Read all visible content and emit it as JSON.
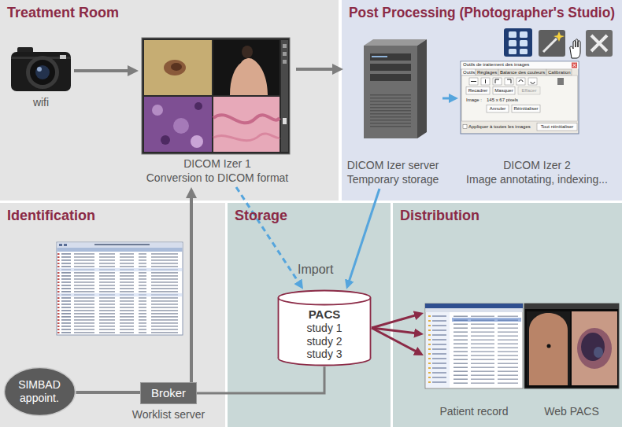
{
  "diagram": {
    "nodes": [
      {
        "text": [
          "Treatment Room"
        ]
      },
      {
        "text": [
          "wifi"
        ],
        "in": 0
      },
      {
        "text": [
          "DICOM Izer 1",
          "Conversion to DICOM format"
        ],
        "in": 0
      },
      {
        "text": [
          "Post Processing (Photographer's Studio)"
        ]
      },
      {
        "text": [
          "DICOM Izer server",
          "Temporary storage"
        ],
        "in": 3
      },
      {
        "text": [
          "DICOM Izer 2",
          "Image annotating, indexing..."
        ],
        "in": 3
      },
      {
        "text": [
          "Identification"
        ]
      },
      {
        "text": [
          "SIMBAD appoint."
        ],
        "in": 6
      },
      {
        "text": [
          "Broker"
        ],
        "in": 6
      },
      {
        "text": [
          "Storage"
        ]
      },
      {
        "text": [
          "PACS",
          "study 1",
          "study 2",
          "study 3"
        ],
        "in": 9
      },
      {
        "text": [
          "Distribution"
        ]
      },
      {
        "text": [
          "Patient record"
        ],
        "in": 11
      },
      {
        "text": [
          "Web PACS"
        ],
        "in": 11
      }
    ],
    "edges": [
      {
        "from": 1,
        "to": 2,
        "arrow": "to"
      },
      {
        "from": 2,
        "to": 4,
        "arrow": "to"
      },
      {
        "from": 4,
        "to": 5,
        "arrow": "to"
      },
      {
        "from": 2,
        "to": 10,
        "arrow": "to"
      },
      {
        "from": 4,
        "to": 10,
        "arrow": "to"
      },
      {
        "from": 7,
        "to": 8,
        "arrow": "none"
      },
      {
        "from": 8,
        "to": 10,
        "arrow": "none"
      },
      {
        "from": 8,
        "to": 2,
        "arrow": "to"
      },
      {
        "from": 10,
        "to": 12,
        "arrow": "to"
      },
      {
        "from": 10,
        "to": 12,
        "arrow": "to"
      },
      {
        "from": 10,
        "to": 12,
        "arrow": "to"
      }
    ],
    "labels": [
      "Outils de traitement des images",
      "Outils",
      "Réglages",
      "Balance des couleurs",
      "Calibration",
      "Recadrer",
      "Masquer",
      "Effacer",
      "Image :",
      "145 x 67 pixels",
      "Annuler",
      "Réinitialiser",
      "Appliquer à toutes les images",
      "Tout réinitialiser",
      "Import",
      "Worklist server"
    ]
  }
}
